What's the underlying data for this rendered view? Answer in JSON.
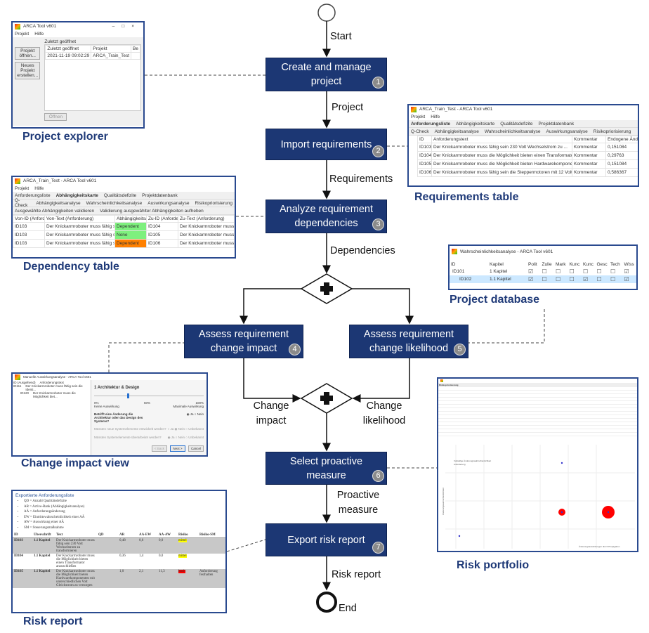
{
  "flow": {
    "start": "Start",
    "end": "End",
    "steps": [
      {
        "label": "Create and manage project",
        "num": "1"
      },
      {
        "label": "Import requirements",
        "num": "2"
      },
      {
        "label": "Analyze requirement dependencies",
        "num": "3"
      },
      {
        "label": "Assess requirement change impact",
        "num": "4"
      },
      {
        "label": "Assess requirement change likelihood",
        "num": "5"
      },
      {
        "label": "Select proactive measure",
        "num": "6"
      },
      {
        "label": "Export risk report",
        "num": "7"
      }
    ],
    "edges": {
      "project": "Project",
      "requirements": "Requirements",
      "dependencies": "Dependencies",
      "change_impact": "Change impact",
      "change_likelihood": "Change likelihood",
      "proactive_measure": "Proactive measure",
      "risk_report": "Risk report"
    },
    "colors": {
      "box": "#1c3774",
      "caption": "#1f3a78"
    }
  },
  "project_explorer": {
    "caption": "Project explorer",
    "title": "ARCA Tool v601",
    "menu": [
      "Projekt",
      "Hilfe"
    ],
    "buttons": [
      "Projekt öffnen...",
      "Neues Projekt erstellen..."
    ],
    "recent_label": "Zuletzt geöffnet",
    "cols": [
      "Zuletzt geöffnet",
      "Projekt",
      "Be"
    ],
    "row": [
      "2021-11-19 09:02:29",
      "ARCA_Train_Test"
    ],
    "open": "Öffnen"
  },
  "requirements_table": {
    "caption": "Requirements table",
    "title": "ARCA_Train_Test - ARCA Tool v601",
    "menu": [
      "Projekt",
      "Hilfe"
    ],
    "tabs": [
      "Anforderungsliste",
      "Abhängigkeitskarte",
      "Qualitätsdefizite",
      "Projektdatenbank"
    ],
    "tools": [
      "Q-Check",
      "Abhängigkeitsanalyse",
      "Wahrscheinlichkeitsanalyse",
      "Auswirkungsanalyse",
      "Risikopriorisierung"
    ],
    "cols": [
      "ID",
      "Anforderungstext",
      "Kommentar",
      "Endogene Änder."
    ],
    "rows": [
      [
        "ID103",
        "Der Knickarmroboter muss fähig sein 230 Volt Wechselstrom zu ...",
        "Kommentar",
        "0,151084"
      ],
      [
        "ID104",
        "Der Knickarmroboter muss die Möglichkeit bieten einen Transformator ...",
        "Kommentar",
        "0,29763"
      ],
      [
        "ID105",
        "Der Knickarmroboter muss die Möglichkeit bieten Hardwarekomponent...",
        "Kommentar",
        "0,151084"
      ],
      [
        "ID106",
        "Der Knickarmroboter muss fähig sein die Steppermotoren mit 12 Volt ...",
        "Kommentar",
        "0,586367"
      ]
    ]
  },
  "dependency_table": {
    "caption": "Dependency table",
    "title": "ARCA_Train_Test - ARCA Tool v601",
    "menu": [
      "Projekt",
      "Hilfe"
    ],
    "tabs": [
      "Anforderungsliste",
      "Abhängigkeitskarte",
      "Qualitätsdefizite",
      "Projektdatenbank"
    ],
    "tools": [
      "Q-Check",
      "Abhängigkeitsanalyse",
      "Wahrscheinlichkeitsanalyse",
      "Auswirkungsanalyse",
      "Risikopriorisierung"
    ],
    "tools2": [
      "Ausgewählte Abhängigkeiten validieren",
      "Validierung ausgewählter Abhängigkeiten aufheben"
    ],
    "cols": [
      "Von-ID (Anforder",
      "Von-Text (Anforderung)",
      "Abhängigkeitsart",
      "Zu-ID (Anforderu",
      "Zu-Text (Anforderung)"
    ],
    "rows": [
      {
        "cells": [
          "ID103",
          "Der Knickarmroboter muss fähig sein ...",
          "Dependent",
          "ID104",
          "Der Knickarmroboter muss"
        ],
        "color": "#7ef07e"
      },
      {
        "cells": [
          "ID103",
          "Der Knickarmroboter muss fähig sein ...",
          "None",
          "ID105",
          "Der Knickarmroboter muss"
        ],
        "color": "#7ef07e"
      },
      {
        "cells": [
          "ID103",
          "Der Knickarmroboter muss fähig sein ...",
          "Dependent",
          "ID106",
          "Der Knickarmroboter muss"
        ],
        "color": "#ff8000"
      }
    ]
  },
  "project_database": {
    "caption": "Project database",
    "title": "Wahrscheinlichkeitsanalyse - ARCA Tool v601",
    "cols": [
      "ID",
      "Kapitel",
      "Polit",
      "Zulie",
      "Mark",
      "Kunc",
      "Kunc",
      "Gesc",
      "Tech",
      "Wiss"
    ],
    "rows": [
      {
        "id": "ID101",
        "kapitel": "1 Kapitel",
        "checks": [
          true,
          false,
          false,
          false,
          false,
          false,
          false,
          true
        ]
      },
      {
        "id": "ID102",
        "kapitel": "1.1 Kapitel",
        "checks": [
          true,
          false,
          false,
          false,
          true,
          false,
          false,
          true
        ]
      }
    ]
  },
  "change_impact_view": {
    "caption": "Change impact view",
    "title": "Manuelle Auswirkungsanalyse - ARCA Tool v601",
    "tree_cols": [
      "ID (Ausgehend)",
      "Anforderungstext"
    ],
    "tree": [
      [
        "ID111",
        "Der Knickarmroboter muss fähig sein die Identi..."
      ],
      [
        "ID120",
        "Der Knickarmroboter muss die Möglichkeit biet..."
      ]
    ],
    "section": "1 Architektur & Design",
    "slider_value": 0.3,
    "scale": [
      "0%",
      "50%",
      "100%"
    ],
    "scale_labels": [
      "Keine Auswirkung",
      "Maximale Auswirkung"
    ],
    "questions": [
      {
        "q": "Betrifft eine Änderung die Architektur oder das Design des Systems?",
        "opts": [
          "Ja",
          "Nein"
        ]
      },
      {
        "q": "Müssten neue Systemelemente entwickelt werden?",
        "opts": [
          "Ja",
          "Nein",
          "Unbekannt"
        ]
      },
      {
        "q": "Müssten Systemelemente überarbeitet werden?",
        "opts": [
          "Ja",
          "Nein",
          "Unbekannt"
        ]
      }
    ],
    "buttons": [
      "< Back",
      "Next >",
      "Cancel"
    ]
  },
  "risk_portfolio": {
    "caption": "Risk portfolio",
    "section": "Risikopriorisierung",
    "legend": [
      "Vorläufige Änderungswahrscheinlichkeit",
      "Anforderung"
    ],
    "y_label": "Änderungswahrscheinlichkeit",
    "x_label": "Änderungsauswirkungen durch Propagation"
  },
  "risk_report": {
    "caption": "Risk report",
    "title": "Exportierte Anforderungsliste",
    "legend": [
      "QD = Anzahl Qualitätsdefizite",
      "AR = Active-Rank (Abhängigkeitsanalyse)",
      "AÄ = Anforderungsänderung",
      "EW = Eintrittswahrscheinlichkeit einer AÄ",
      "AW = Auswirkung einer AÄ",
      "SM = Steuerungsmaßnahme"
    ],
    "cols": [
      "ID",
      "Überschrift",
      "Text",
      "QD",
      "AR",
      "AÄ-EW",
      "AÄ-AW",
      "Risiko",
      "Risiko-SM"
    ],
    "rows": [
      {
        "cells": [
          "ID103",
          "1.1 Kapitel",
          "Der Knickarmroboter muss fähig sein 230 Volt Wechselstrom zu transformieren",
          "",
          "0,48",
          "0,6",
          "0,0",
          "mittel",
          ""
        ],
        "risk_color": "#ffff00"
      },
      {
        "cells": [
          "ID104",
          "1.1 Kapitel",
          "Der Knickarmroboter muss die Möglichkeit bieten einen Transformator anzuschließen",
          "",
          "0,36",
          "1,4",
          "0,0",
          "mittel",
          ""
        ],
        "risk_color": "#ffff00"
      },
      {
        "cells": [
          "ID105",
          "1.1 Kapitel",
          "Der Knickarmroboter muss die Möglichkeit bieten Hardwarekomponenten mit unterschiedlichen Volt Gleichstrom zu versorgen",
          "",
          "1,0",
          "2,1",
          "11,3",
          "hoch",
          "Anforderung festhalten"
        ],
        "risk_color": "#ff0000"
      }
    ]
  }
}
